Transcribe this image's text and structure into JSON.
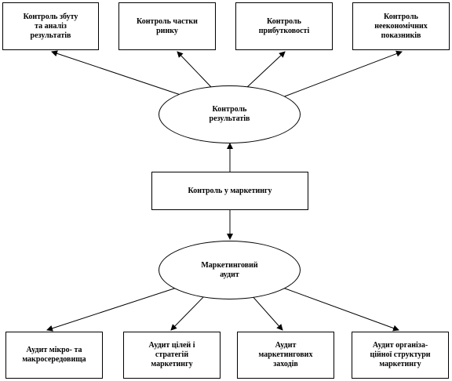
{
  "top_boxes": [
    "Контроль збуту\nта аналіз\nрезультатів",
    "Контроль частки\nринку",
    "Контроль\nприбутковості",
    "Контроль\nнеекономічних\nпоказників"
  ],
  "results_ellipse": "Контроль\nрезультатів",
  "center_box": "Контроль у маркетингу",
  "audit_ellipse": "Маркетинговий\nаудит",
  "bottom_boxes": [
    "Аудит мікро- та\nмакросередовища",
    "Аудит цілей і\nстратегій\nмаркетингу",
    "Аудит\nмаркетингових\nзаходів",
    "Аудит організа-\nційної структури\nмаркетингу"
  ]
}
